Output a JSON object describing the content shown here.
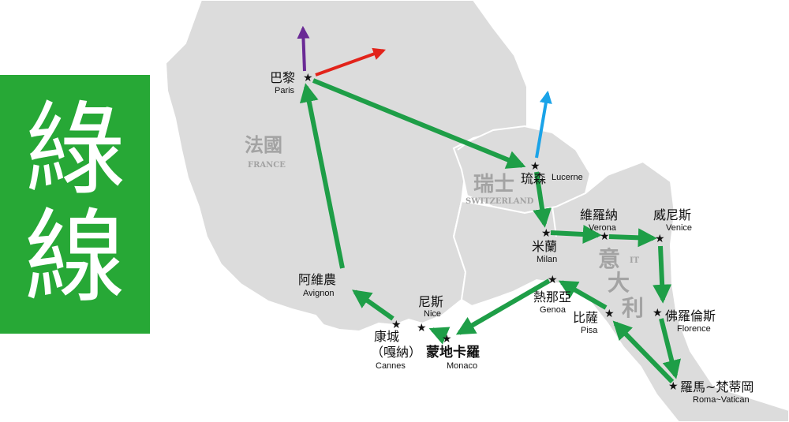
{
  "route_name": "綠線",
  "route_chars": [
    "綠",
    "線"
  ],
  "colors": {
    "route": "#1e9e47",
    "badge": "#27a836",
    "land": "#dcdcdc",
    "border": "#ffffff",
    "arrow_purple": "#6a2a95",
    "arrow_red": "#e2231a",
    "arrow_blue": "#1aa3e8"
  },
  "countries": {
    "france": {
      "cn": "法國",
      "en": "FRANCE"
    },
    "switzerland": {
      "cn": "瑞士",
      "en": "SWITZERLAND"
    },
    "italy": {
      "cn_1": "意",
      "en": "IT",
      "cn_2": "大",
      "cn_3": "利"
    }
  },
  "cities": {
    "paris": {
      "cn": "巴黎",
      "en": "Paris"
    },
    "lucerne": {
      "cn": "琉森",
      "en": "Lucerne"
    },
    "milan": {
      "cn": "米蘭",
      "en": "Milan"
    },
    "verona": {
      "cn": "維羅納",
      "en": "Verona"
    },
    "venice": {
      "cn": "威尼斯",
      "en": "Venice"
    },
    "florence": {
      "cn": "佛羅倫斯",
      "en": "Florence"
    },
    "rome": {
      "cn": "羅馬~梵蒂岡",
      "en": "Roma~Vatican"
    },
    "pisa": {
      "cn": "比薩",
      "en": "Pisa"
    },
    "genoa": {
      "cn": "熱那亞",
      "en": "Genoa"
    },
    "monaco": {
      "cn": "蒙地卡羅",
      "en": "Monaco"
    },
    "nice": {
      "cn": "尼斯",
      "en": "Nice"
    },
    "cannes": {
      "cn": "康城",
      "cn_2": "（嘎納）",
      "en": "Cannes"
    },
    "avignon": {
      "cn": "阿維農",
      "en": "Avignon"
    }
  },
  "star_symbol": "★"
}
